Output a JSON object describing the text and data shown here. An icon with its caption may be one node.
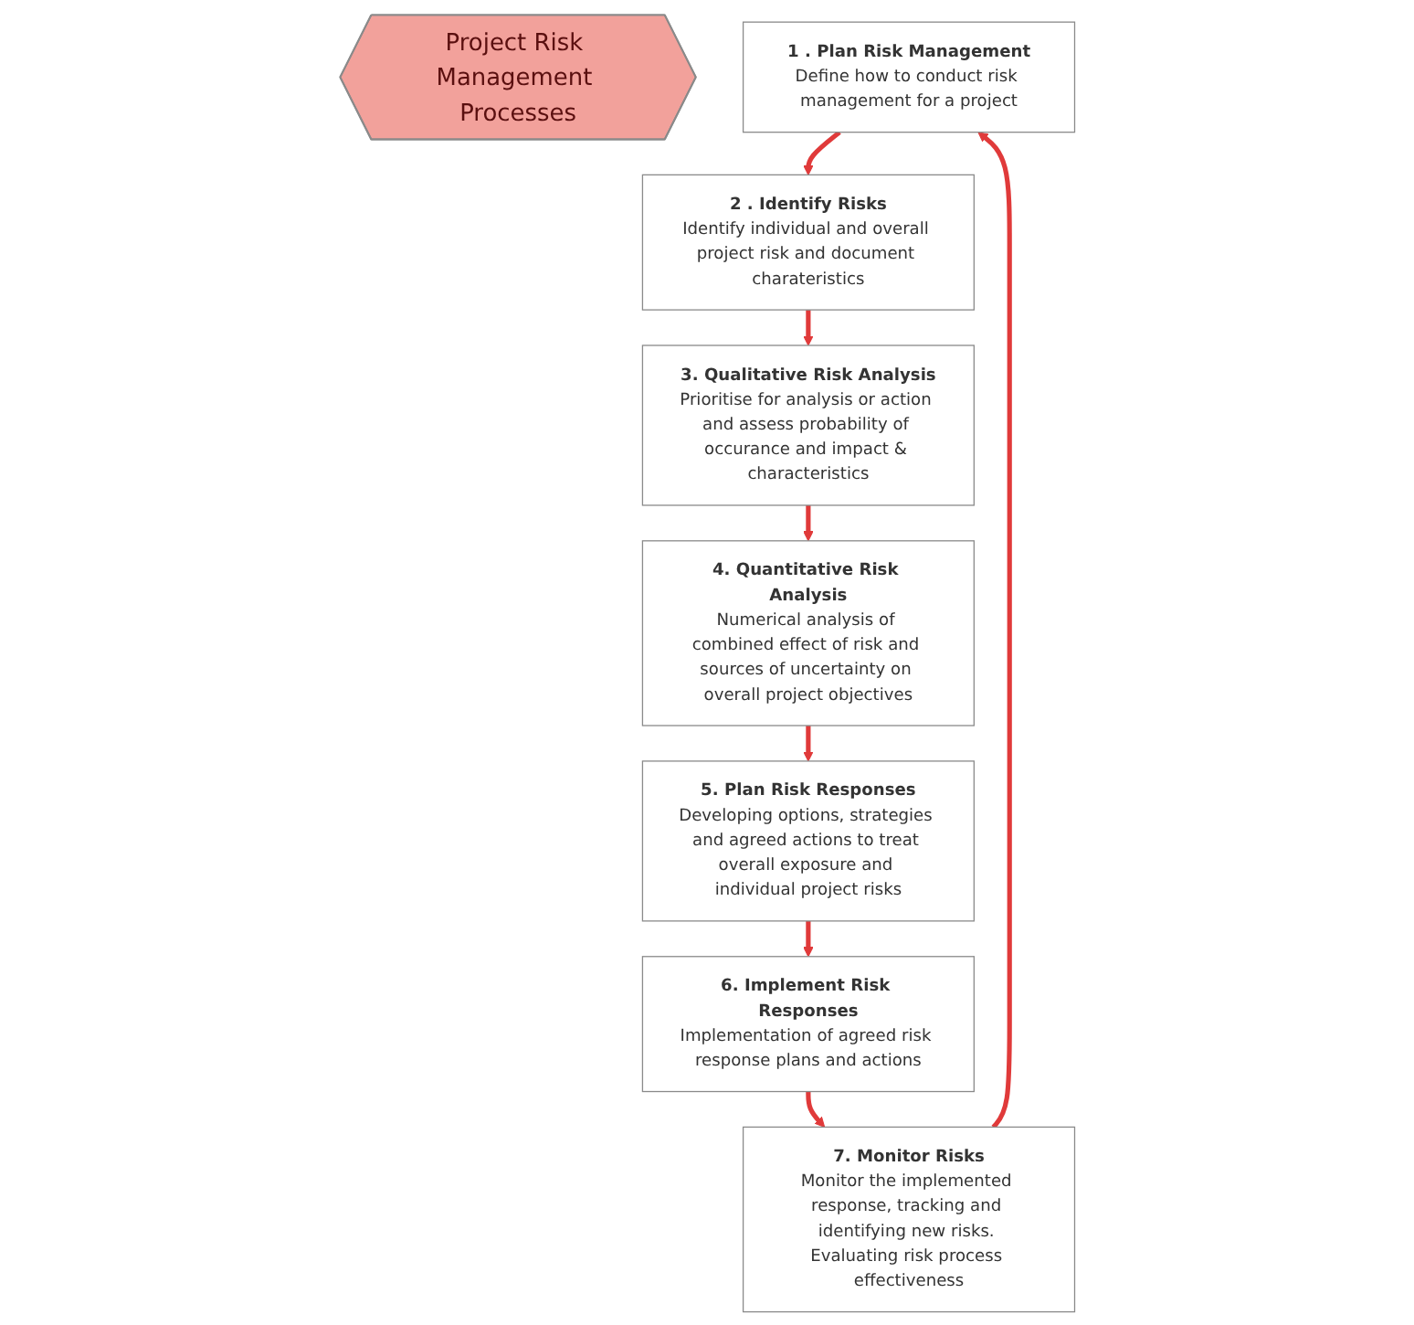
{
  "diagram": {
    "nodes": [
      {
        "text": [
          "Project Risk Management Processes"
        ]
      },
      {
        "text": [
          "1 . Plan Risk Management",
          "Define how to conduct risk management for a project"
        ]
      },
      {
        "text": [
          "2 . Identify Risks",
          "Identify individual and overall project risk and document charateristics"
        ]
      },
      {
        "text": [
          "3. Qualitative Risk Analysis",
          "Prioritise for analysis or action and assess probability of occurance and impact & characteristics"
        ]
      },
      {
        "text": [
          "4. Quantitative Risk Analysis",
          "Numerical analysis of combined effect of risk and sources of uncertainty on overall project objectives"
        ]
      },
      {
        "text": [
          "5. Plan Risk Responses",
          "Developing options, strategies and agreed actions to treat overall exposure and individual project risks"
        ]
      },
      {
        "text": [
          "6. Implement Risk Responses",
          "Implementation of agreed risk response plans and actions"
        ]
      },
      {
        "text": [
          "7. Monitor Risks",
          "Monitor the implemented response, tracking and identifying new risks. Evaluating risk process effectiveness"
        ]
      }
    ],
    "edges": [
      {
        "from": 1,
        "to": 2,
        "arrow": "to"
      },
      {
        "from": 2,
        "to": 3,
        "arrow": "to"
      },
      {
        "from": 3,
        "to": 4,
        "arrow": "to"
      },
      {
        "from": 4,
        "to": 5,
        "arrow": "to"
      },
      {
        "from": 5,
        "to": 6,
        "arrow": "to"
      },
      {
        "from": 6,
        "to": 7,
        "arrow": "to"
      },
      {
        "from": 7,
        "to": 1,
        "arrow": "to"
      }
    ]
  }
}
